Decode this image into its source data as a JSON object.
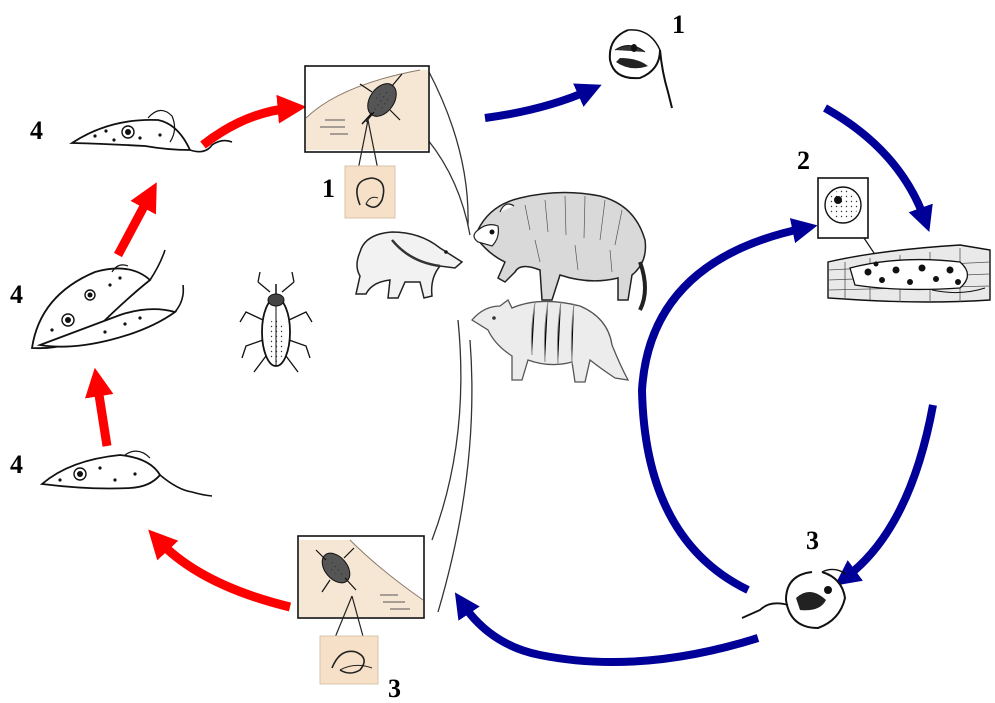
{
  "labels": {
    "stage_1_top_right": "1",
    "stage_1_bug_inset": "1",
    "stage_2": "2",
    "stage_3_right": "3",
    "stage_3_bottom": "3",
    "stage_4_top": "4",
    "stage_4_middle": "4",
    "stage_4_bottom": "4"
  },
  "colors": {
    "vector_cycle_arrows": "#ff0000",
    "host_cycle_arrows": "#000099",
    "inset_skin": "#f6e6d4",
    "ink": "#111111"
  },
  "icons": {
    "triatomine_bug": "kissing-bug-icon",
    "opossum": "opossum-icon",
    "anteater": "anteater-icon",
    "armadillo": "armadillo-icon"
  }
}
